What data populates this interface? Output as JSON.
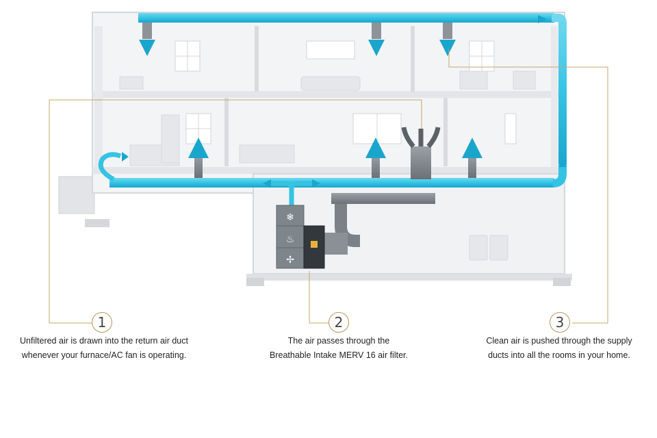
{
  "steps": [
    {
      "number": "1",
      "line1": "Unfiltered air is drawn into the return air duct",
      "line2": "whenever your furnace/AC fan is operating."
    },
    {
      "number": "2",
      "line1": "The air passes through the",
      "line2": "Breathable Intake MERV 16 air filter."
    },
    {
      "number": "3",
      "line1": "Clean air is pushed through the supply",
      "line2": "ducts into all the rooms in your home."
    }
  ],
  "colors": {
    "duct": "#35c3e4",
    "duct_dark": "#1aa6cc",
    "leader": "#c9a46a",
    "house": "#f0f1f3",
    "walls": "#d9dadd"
  },
  "icons": [
    "snowflake-icon",
    "flame-icon",
    "fan-icon"
  ]
}
